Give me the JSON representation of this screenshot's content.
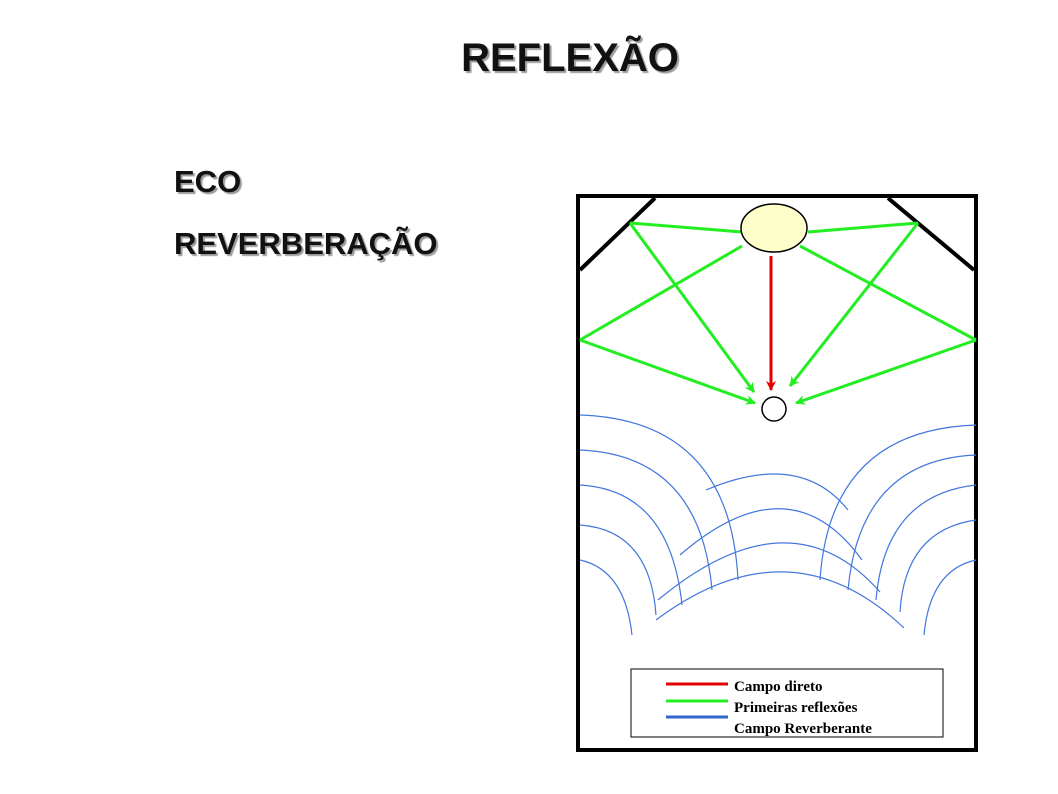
{
  "slide": {
    "title": "REFLEXÃO",
    "bullets": [
      "ECO",
      "REVERBERAÇÃO"
    ]
  },
  "diagram": {
    "legend": [
      {
        "label": "Campo direto",
        "color": "#e00000"
      },
      {
        "label": "Primeiras reflexões",
        "color": "#22ee22"
      },
      {
        "label": "Campo Reverberante",
        "color": "#3366cc"
      }
    ],
    "colors": {
      "frame": "#000000",
      "source_fill": "#ffffcc",
      "direct": "#e00000",
      "reflection": "#22ee22",
      "reverberant": "#4477dd"
    }
  }
}
